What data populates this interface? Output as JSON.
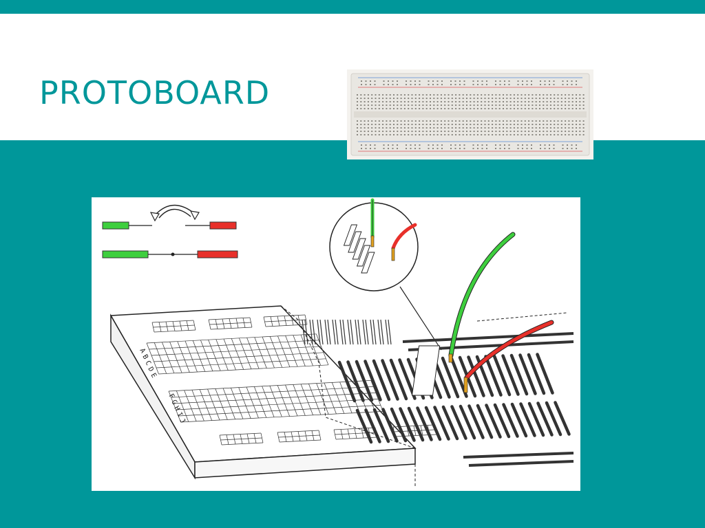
{
  "slide": {
    "title": "PROTOBOARD",
    "colors": {
      "background": "#00979a",
      "title_band": "#ffffff",
      "title_text": "#00979a"
    }
  },
  "photo": {
    "subject": "solderless breadboard photo",
    "colors": {
      "body": "#e9e7e2",
      "red_rail": "#e07a7a",
      "blue_rail": "#7aa0d8"
    }
  },
  "diagram": {
    "row_letters_top": [
      "A",
      "B",
      "C",
      "D",
      "E"
    ],
    "row_letters_bottom": [
      "F",
      "G",
      "H",
      "I",
      "J"
    ],
    "colors": {
      "green_wire": "#3ecf3e",
      "red_wire": "#e8302a",
      "lead": "#e0a020"
    }
  }
}
